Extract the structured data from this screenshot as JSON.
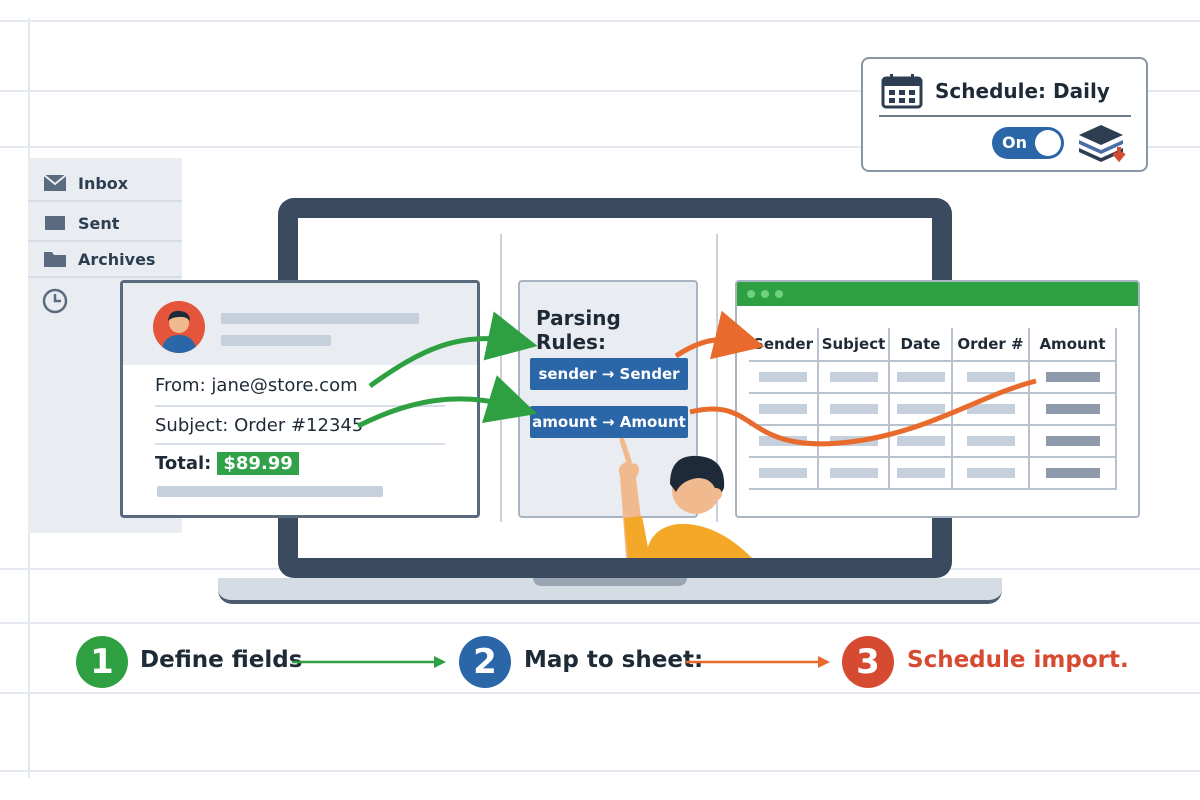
{
  "mail_sidebar": {
    "items": [
      {
        "label": "Inbox",
        "icon": "envelope-icon"
      },
      {
        "label": "Sent",
        "icon": "sent-icon"
      },
      {
        "label": "Archives",
        "icon": "folder-icon"
      },
      {
        "label": "",
        "icon": "clock-icon"
      }
    ]
  },
  "email": {
    "from_label": "From:",
    "from_value": "jane@store.com",
    "subject_label": "Subject:",
    "subject_value": "Order #12345",
    "total_label": "Total:",
    "total_value": "$89.99"
  },
  "parsing_rules": {
    "title": "Parsing Rules:",
    "rules": [
      "sender → Sender",
      "amount → Amount"
    ]
  },
  "spreadsheet": {
    "columns": [
      "Sender",
      "Subject",
      "Date",
      "Order #",
      "Amount"
    ]
  },
  "schedule": {
    "label": "Schedule: Daily",
    "toggle_label": "On"
  },
  "steps": [
    {
      "number": "1",
      "label": "Define fields",
      "color": "#2ea042"
    },
    {
      "number": "2",
      "label": "Map to sheet:",
      "color": "#2a66a8"
    },
    {
      "number": "3",
      "label": "Schedule import.",
      "color": "#d64a32"
    }
  ],
  "colors": {
    "green": "#2ea042",
    "blue": "#2a66a8",
    "orange": "#e86a2c",
    "red": "#d64a32",
    "dark": "#3a4b60"
  }
}
